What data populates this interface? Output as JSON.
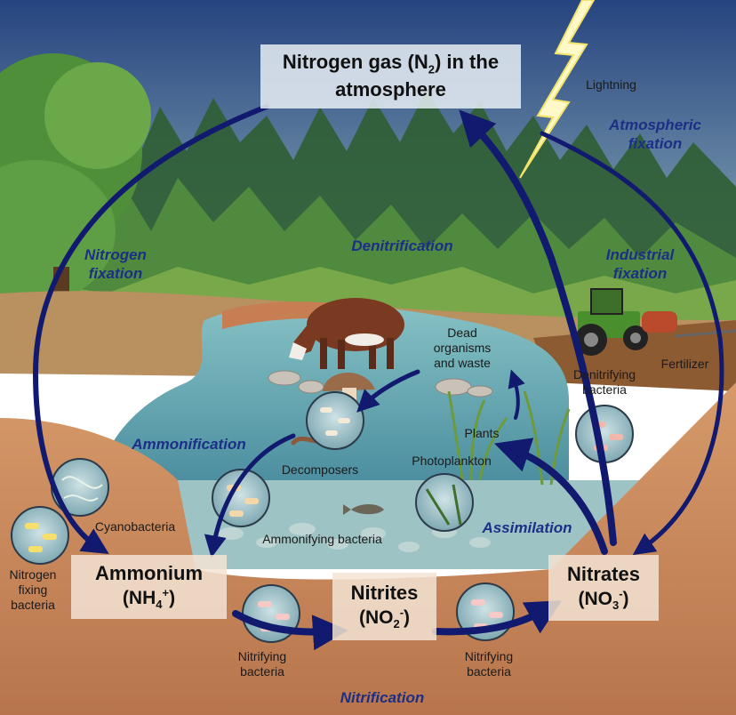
{
  "title": {
    "line1": "Nitrogen gas (N",
    "sub": "2",
    "line1_end": ") in the",
    "line2": "atmosphere"
  },
  "processes": {
    "atmospheric_fixation": "Atmospheric\nfixation",
    "nitrogen_fixation": "Nitrogen\nfixation",
    "denitrification": "Denitrification",
    "industrial_fixation": "Industrial\nfixation",
    "ammonification": "Ammonification",
    "assimilation": "Assimilation",
    "nitrification": "Nitrification"
  },
  "compounds": {
    "ammonium": {
      "name": "Ammonium",
      "formula": "(NH",
      "sub": "4",
      "sup": "+",
      "end": ")"
    },
    "nitrites": {
      "name": "Nitrites",
      "formula": "(NO",
      "sub": "2",
      "sup": "-",
      "end": ")"
    },
    "nitrates": {
      "name": "Nitrates",
      "formula": "(NO",
      "sub": "3",
      "sup": "-",
      "end": ")"
    }
  },
  "labels": {
    "lightning": "Lightning",
    "dead_organisms": "Dead\norganisms\nand waste",
    "fertilizer": "Fertilizer",
    "denitrifying_bacteria": "Denitrifying\nbacteria",
    "plants": "Plants",
    "photoplankton": "Photoplankton",
    "decomposers": "Decomposers",
    "cyanobacteria": "Cyanobacteria",
    "ammonifying_bacteria": "Ammonifying bacteria",
    "nitrogen_fixing_bacteria": "Nitrogen\nfixing\nbacteria",
    "nitrifying_bacteria_1": "Nitrifying\nbacteria",
    "nitrifying_bacteria_2": "Nitrifying\nbacteria"
  },
  "colors": {
    "arrow": "#111a6e",
    "process_text": "#1c2f86",
    "sky_top": "#2b4c8a",
    "soil": "#c98a5e",
    "water": "#5fa9b3"
  }
}
